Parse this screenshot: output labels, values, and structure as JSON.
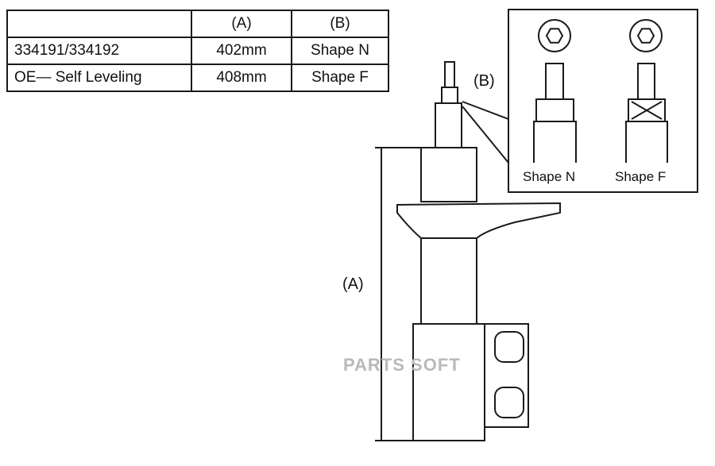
{
  "table": {
    "headers": [
      "",
      "(A)",
      "(B)"
    ],
    "rows": [
      [
        "334191/334192",
        "402mm",
        "Shape N"
      ],
      [
        "OE— Self Leveling",
        "408mm",
        "Shape F"
      ]
    ]
  },
  "diagram": {
    "label_a": "(A)",
    "label_b": "(B)",
    "shape_n_label": "Shape N",
    "shape_f_label": "Shape F"
  },
  "watermark": "PARTS SOFT"
}
